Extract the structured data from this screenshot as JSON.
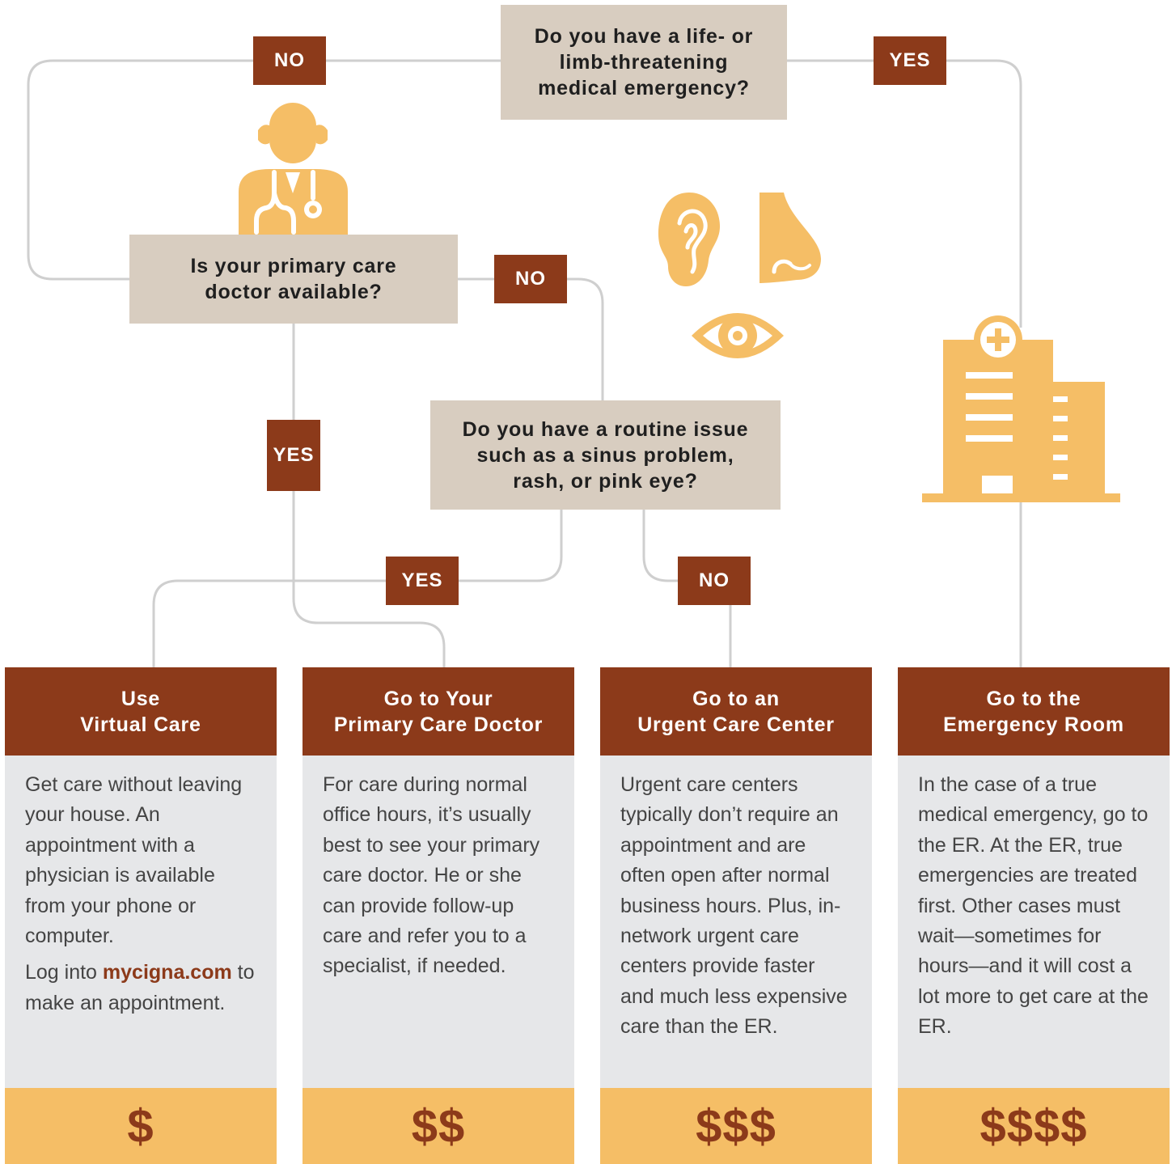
{
  "questions": {
    "emergency": [
      "Do you have a life- or",
      "limb-threatening",
      "medical emergency?"
    ],
    "primary": [
      "Is your primary care",
      "doctor available?"
    ],
    "routine": [
      "Do you have a routine issue",
      "such as a sinus problem,",
      "rash, or pink eye?"
    ]
  },
  "tags": {
    "no_top": "NO",
    "yes_top": "YES",
    "no_mid": "NO",
    "yes_primary": "YES",
    "yes_routine": "YES",
    "no_routine": "NO"
  },
  "icons": [
    "doctor-icon",
    "ear-icon",
    "nose-icon",
    "eye-icon",
    "hospital-icon"
  ],
  "colors": {
    "brown": "#8c3a1a",
    "tan": "#d8cdc0",
    "gold": "#f5be66",
    "card_gray": "#e6e7e9",
    "line_gray": "#cfcfcf"
  },
  "cards": [
    {
      "title": [
        "Use",
        "Virtual Care"
      ],
      "body": [
        "Get care without leaving your house. An appointment with a physician is available from your phone or computer."
      ],
      "extra": {
        "before": "Log into ",
        "link": "mycigna.com",
        "after": " to make an appointment."
      },
      "price": "$"
    },
    {
      "title": [
        "Go to Your",
        "Primary Care Doctor"
      ],
      "body": [
        "For care during normal office hours, it’s usually best to see your primary care doctor. He or she can provide follow-up care and refer you to a specialist, if needed."
      ],
      "price": "$$"
    },
    {
      "title": [
        "Go to an",
        "Urgent Care Center"
      ],
      "body": [
        "Urgent care centers typically don’t require an appointment and are often open after normal business hours. Plus, in-network urgent care centers provide faster and much less expensive care than the ER."
      ],
      "price": "$$$"
    },
    {
      "title": [
        "Go to the",
        "Emergency Room"
      ],
      "body": [
        "In the case of a true medical emergency, go to the ER. At the ER, true emergencies are treated first. Other cases must wait—sometimes for hours—and it will cost a lot more to get care at the ER."
      ],
      "price": "$$$$"
    }
  ]
}
